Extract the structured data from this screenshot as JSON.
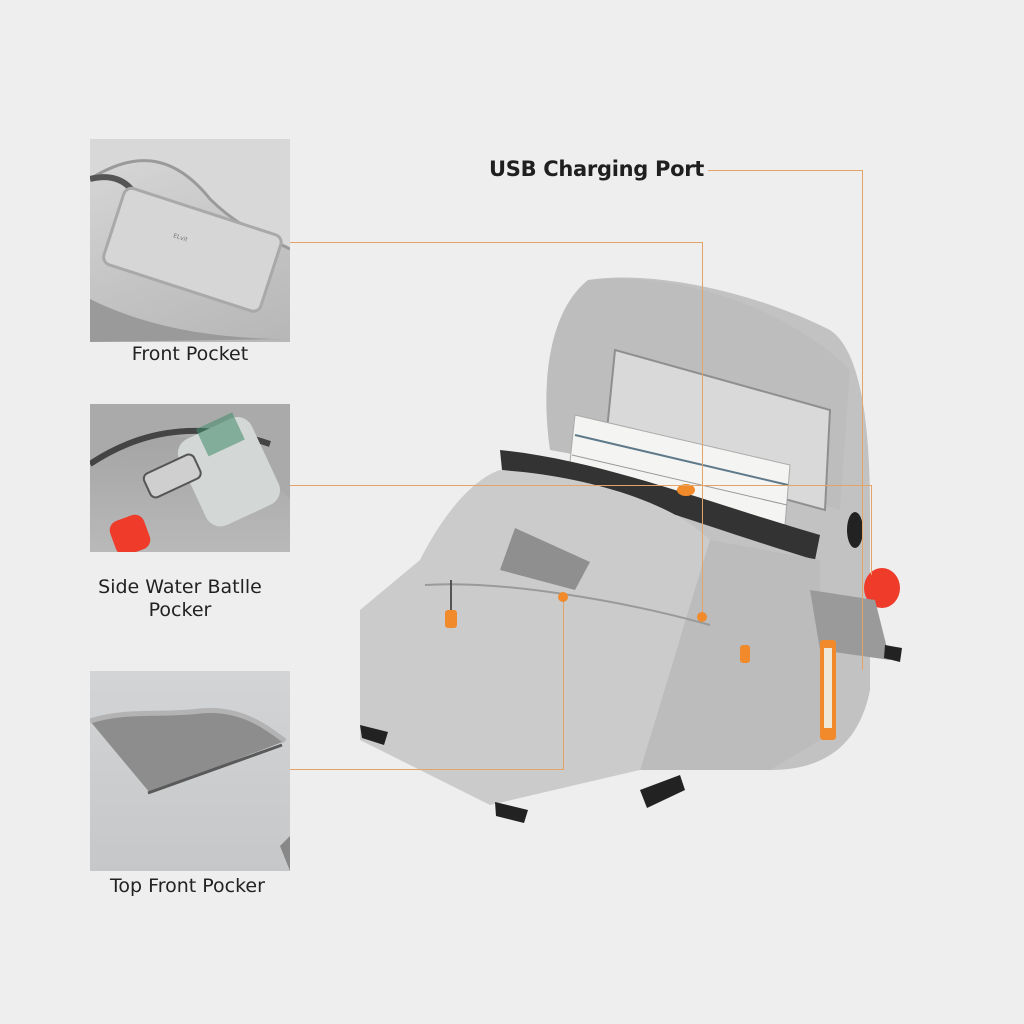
{
  "callouts": {
    "usb": {
      "label": "USB Charging Port"
    },
    "front_pocket": {
      "label": "Front Pocket"
    },
    "side_bottle": {
      "label_line1": "Side Water Batlle",
      "label_line2": "Pocker"
    },
    "top_front": {
      "label": "Top Front Pocker"
    }
  },
  "colors": {
    "background": "#eeeeee",
    "accent_line": "#e3a46a",
    "accent_orange": "#f08a2a",
    "bottle_cap": "#ee3b2a",
    "bag_gray": "#c6c6c6"
  }
}
